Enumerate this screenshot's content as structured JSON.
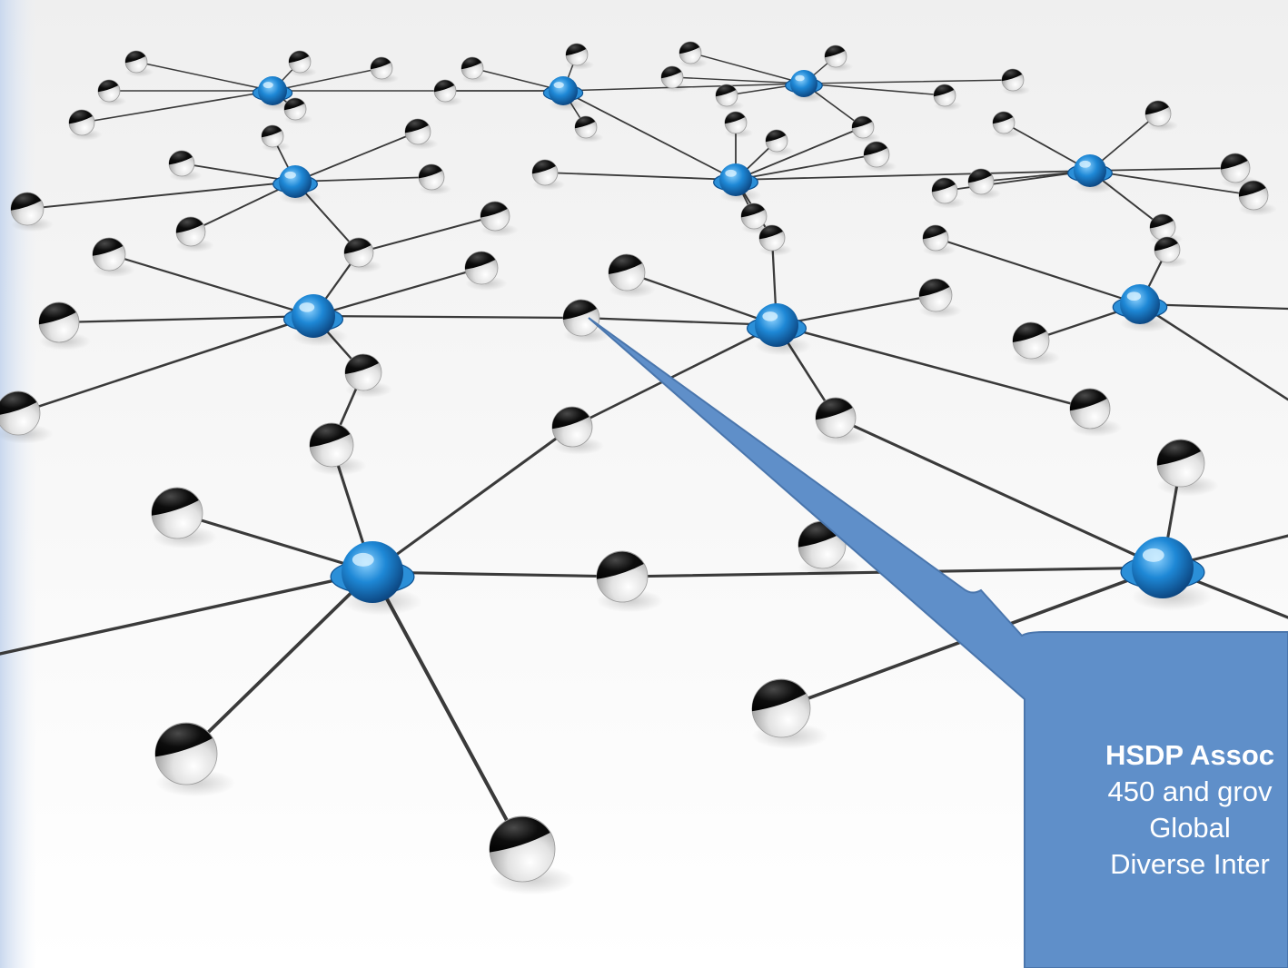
{
  "callout": {
    "title": "HSDP Assoc",
    "lines": [
      "450 and grov",
      "Global",
      "Diverse Inter"
    ]
  },
  "colors": {
    "callout_fill": "#5f8fc9",
    "callout_stroke": "#4a76ad",
    "hub_blue": "#1e88d6",
    "node_dark": "#111111",
    "node_silver": "#e8e8e8",
    "left_edge_band": "#c9d8ee"
  },
  "icons": {
    "network": "network-graph",
    "hub": "blue-hub-sphere",
    "node": "chrome-node-sphere"
  }
}
